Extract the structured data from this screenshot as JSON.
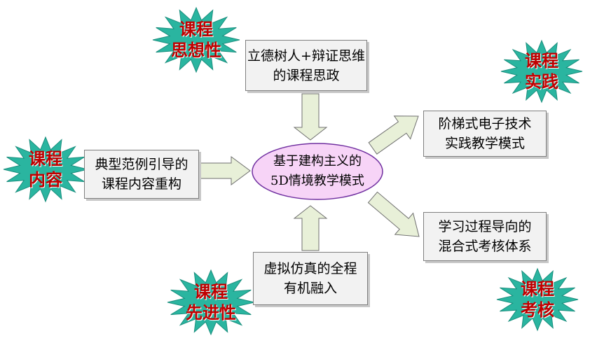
{
  "colors": {
    "burst_fill": "#2ab5a0",
    "burst_label": "#c00000",
    "center_fill": "#f7d4f7",
    "box_fill": "#f2f2f2",
    "arrow_fill": "#e8f0d8"
  },
  "center": {
    "line1": "基于建构主义的",
    "line2": "5D情境教学模式"
  },
  "boxes": {
    "top": {
      "line1": "立德树人+辩证思维",
      "line2": "的课程思政"
    },
    "left": {
      "line1": "典型范例引导的",
      "line2": "课程内容重构"
    },
    "bottom": {
      "line1": "虚拟仿真的全程",
      "line2": "有机融入"
    },
    "right_top": {
      "line1": "阶梯式电子技术",
      "line2": "实践教学模式"
    },
    "right_bottom": {
      "line1": "学习过程导向的",
      "line2": "混合式考核体系"
    }
  },
  "bursts": {
    "ideology": {
      "line1": "课程",
      "line2": "思想性"
    },
    "practice": {
      "line1": "课程",
      "line2": "实践"
    },
    "content": {
      "line1": "课程",
      "line2": "内容"
    },
    "advanced": {
      "line1": "课程",
      "line2": "先进性"
    },
    "assessment": {
      "line1": "课程",
      "line2": "考核"
    }
  }
}
